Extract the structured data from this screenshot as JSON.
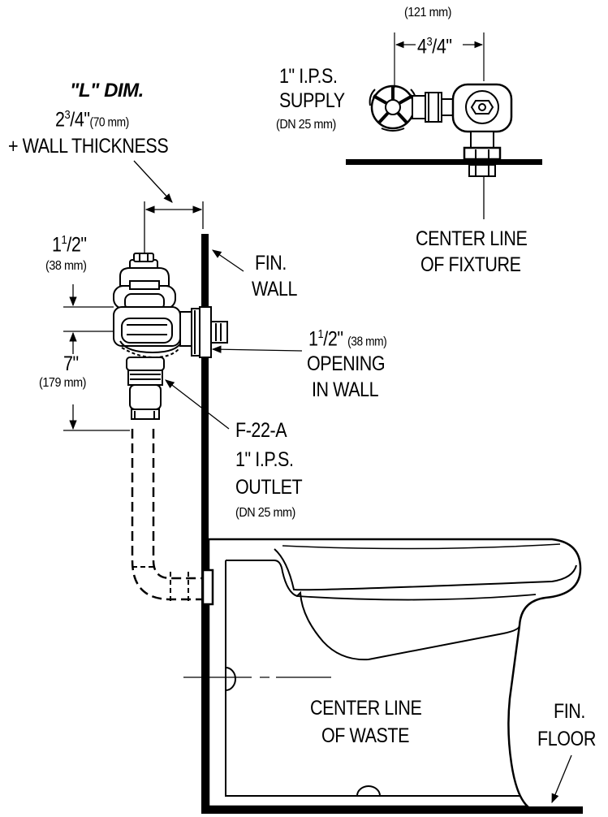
{
  "supply": {
    "top_mm": "(121 mm)",
    "top_dim_whole": "4",
    "top_dim_num": "3",
    "top_dim_den": "4\"",
    "line1": "1\"  I.P.S.",
    "line2": "SUPPLY",
    "line3": "(DN 25 mm)"
  },
  "l_dim": {
    "title": "\"L\" DIM.",
    "value_whole": "2",
    "value_num": "3",
    "value_den": "4\"",
    "value_mm": "(70 mm)",
    "line3": "+ WALL THICKNESS"
  },
  "fixture_center": {
    "line1": "CENTER LINE",
    "line2": "OF  FIXTURE"
  },
  "dims_left": {
    "a_whole": "1",
    "a_num": "1",
    "a_den": "2\"",
    "a_mm": "(38 mm)",
    "b_value": "7\"",
    "b_mm": "(179 mm)"
  },
  "fin_wall": {
    "line1": "FIN.",
    "line2": "WALL"
  },
  "opening": {
    "whole": "1",
    "num": "1",
    "den": "2\"",
    "mm": "(38 mm)",
    "line2": "OPENING",
    "line3": "IN  WALL"
  },
  "outlet": {
    "line1": "F-22-A",
    "line2": "1\"  I.P.S.",
    "line3": "OUTLET",
    "line4": "(DN 25 mm)"
  },
  "waste_center": {
    "line1": "CENTER LINE",
    "line2": "OF  WASTE"
  },
  "fin_floor": {
    "line1": "FIN.",
    "line2": "FLOOR"
  }
}
